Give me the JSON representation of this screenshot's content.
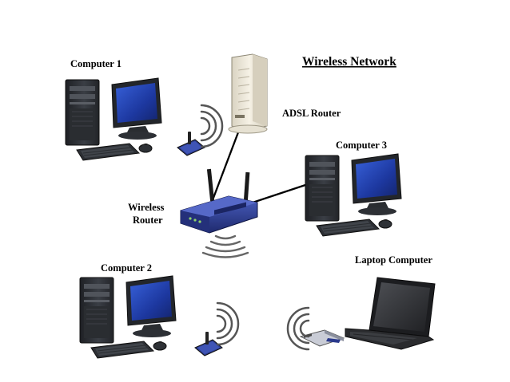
{
  "title": "Wireless Network",
  "labels": {
    "computer1": "Computer 1",
    "computer2": "Computer 2",
    "computer3": "Computer 3",
    "adsl_router": "ADSL Router",
    "wireless_router_line1": "Wireless",
    "wireless_router_line2": "Router",
    "laptop": "Laptop Computer"
  },
  "colors": {
    "background": "#ffffff",
    "tower": "#2e3136",
    "monitor_bezel": "#23262b",
    "screen": "#1f3fae",
    "router_body": "#2b3a8c",
    "adsl_body": "#ece7d8",
    "cable": "#000000"
  },
  "icons": [
    "desktop-computer-icon",
    "adsl-modem-icon",
    "wireless-router-icon",
    "wireless-adapter-icon",
    "laptop-icon",
    "wifi-signal-icon",
    "pc-card-icon"
  ]
}
